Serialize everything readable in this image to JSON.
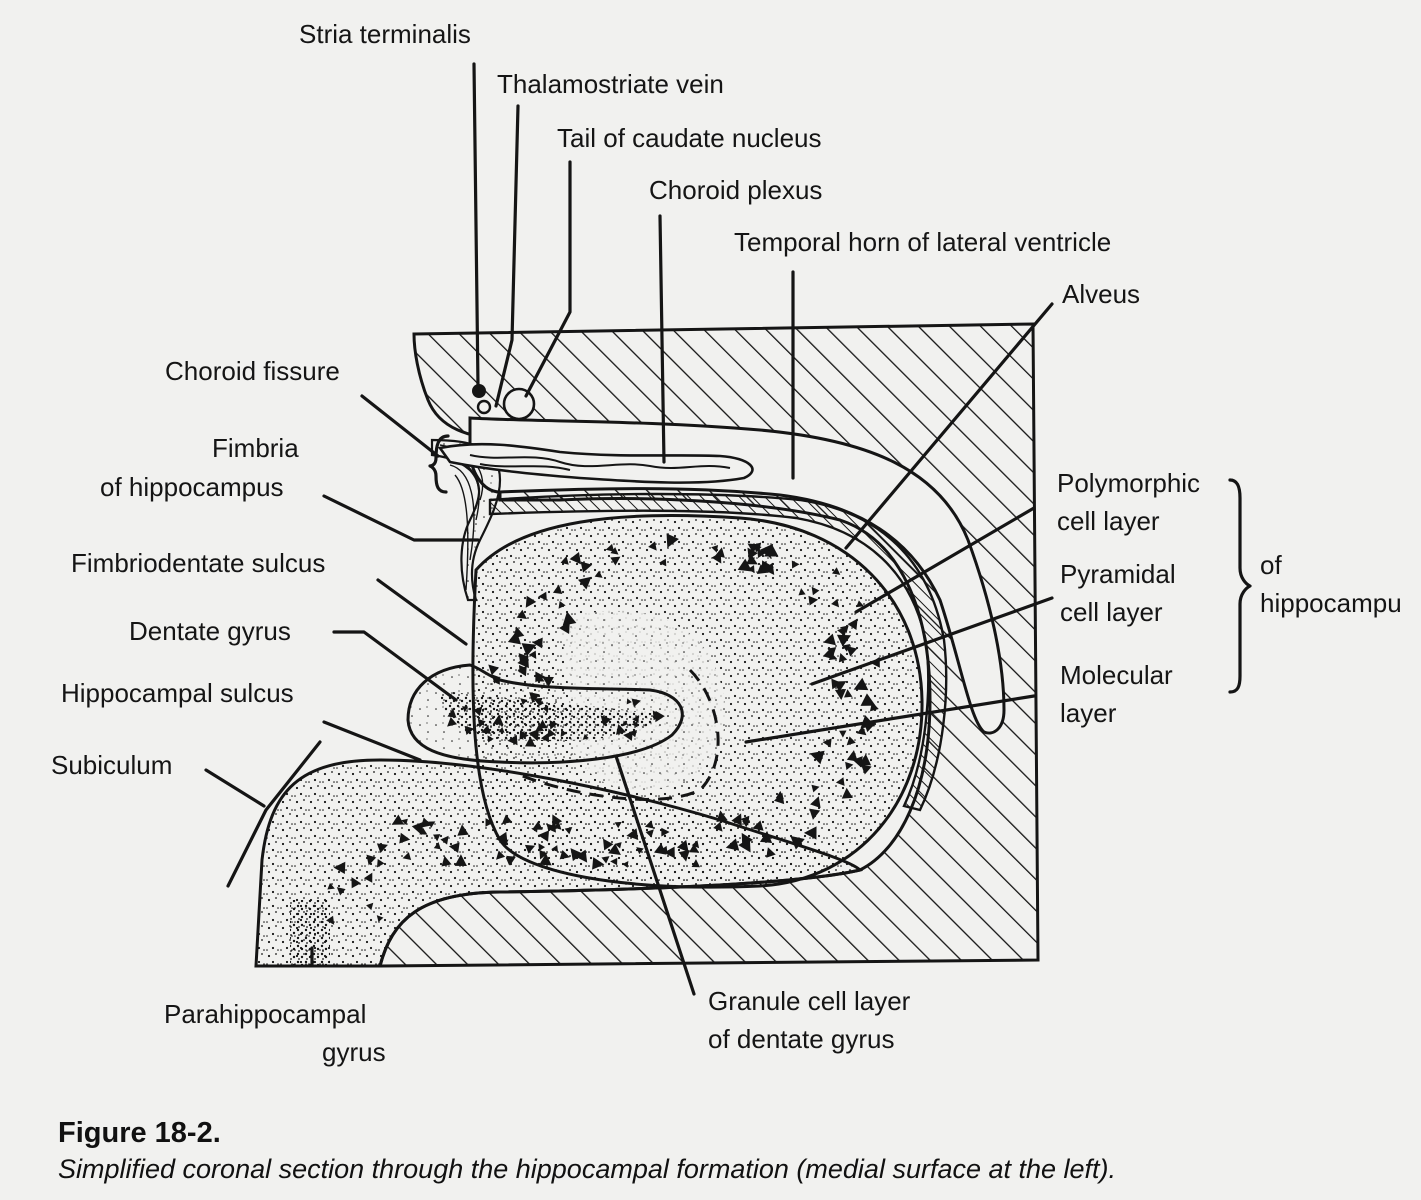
{
  "labels": {
    "stria_terminalis": "Stria terminalis",
    "thalamostriate_vein": "Thalamostriate vein",
    "tail_caudate": "Tail of caudate nucleus",
    "choroid_plexus": "Choroid plexus",
    "temporal_horn": "Temporal horn of lateral ventricle",
    "alveus": "Alveus",
    "choroid_fissure": "Choroid fissure",
    "fimbria_1": "Fimbria",
    "fimbria_2": "of hippocampus",
    "fimbriodentate": "Fimbriodentate sulcus",
    "dentate_gyrus": "Dentate gyrus",
    "hippocampal_sulcus": "Hippocampal sulcus",
    "subiculum": "Subiculum",
    "parahippocampal_1": "Parahippocampal",
    "parahippocampal_2": "gyrus",
    "polymorphic_1": "Polymorphic",
    "polymorphic_2": "cell layer",
    "pyramidal_1": "Pyramidal",
    "pyramidal_2": "cell layer",
    "molecular_1": "Molecular",
    "molecular_2": "layer",
    "of_1": "of",
    "of_2": "hippocampu",
    "granule_1": "Granule cell layer",
    "granule_2": "of dentate gyrus"
  },
  "caption": {
    "title": "Figure 18-2.",
    "text": "Simplified coronal section through the hippocampal formation (medial surface at the left)."
  },
  "colors": {
    "ink": "#151515",
    "paper": "#f1f1ef"
  }
}
